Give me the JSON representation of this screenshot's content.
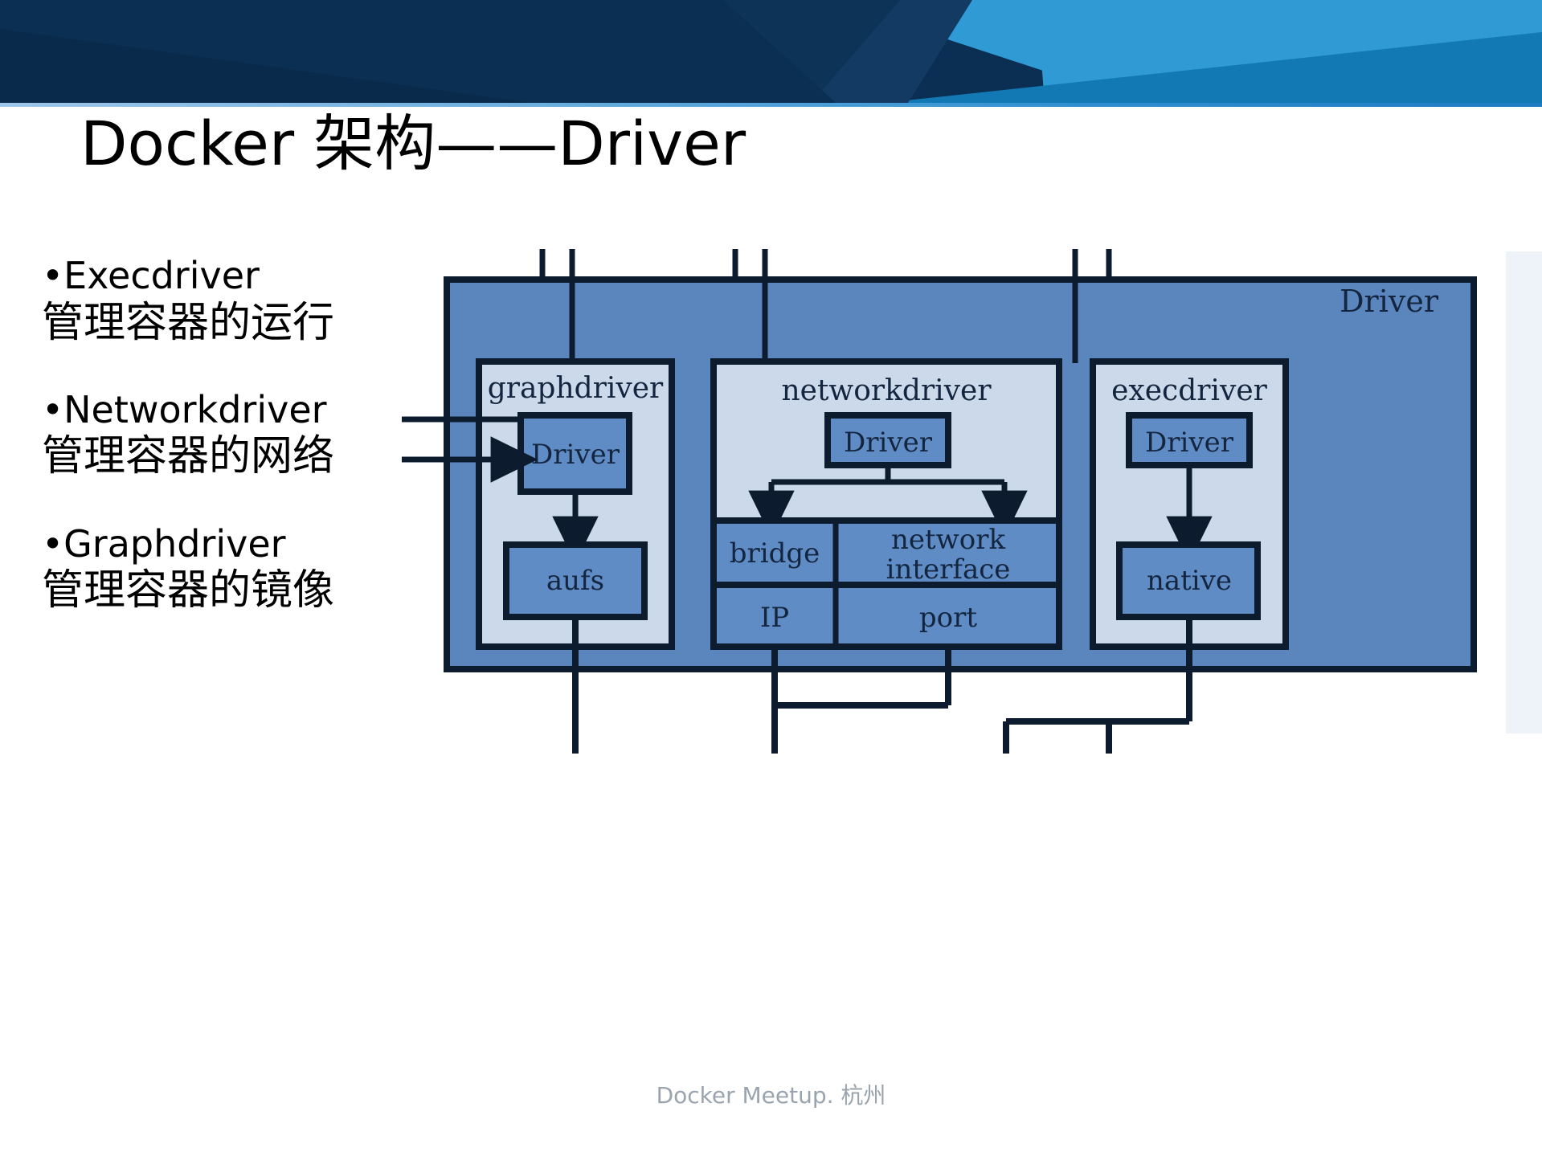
{
  "slide": {
    "title": "Docker 架构——Driver",
    "footer_text": "Docker Meetup. ",
    "footer_text_cn": "杭州"
  },
  "bullets": [
    {
      "marker": "•",
      "label": "Execdriver",
      "description": "管理容器的运行"
    },
    {
      "marker": "•",
      "label": "Networkdriver",
      "description": "管理容器的网络"
    },
    {
      "marker": "•",
      "label": "Graphdriver",
      "description": "管理容器的镜像"
    }
  ],
  "diagram": {
    "outer_label": "Driver",
    "columns": [
      {
        "name": "graphdriver",
        "title": "graphdriver",
        "driver_box": "Driver",
        "leaf_boxes": [
          "aufs"
        ]
      },
      {
        "name": "networkdriver",
        "title": "networkdriver",
        "driver_box": "Driver",
        "grid_cells": [
          "bridge",
          "network interface",
          "IP",
          "port"
        ]
      },
      {
        "name": "execdriver",
        "title": "execdriver",
        "driver_box": "Driver",
        "leaf_boxes": [
          "native"
        ]
      }
    ]
  },
  "colors": {
    "banner_dark": "#0a2f52",
    "banner_mid": "#123a63",
    "banner_light_blue": "#2f9ad4",
    "banner_blue": "#1279b5",
    "diagram_outer_fill": "#5b85bd",
    "diagram_panel_fill": "#ccd9ea",
    "diagram_box_fill": "#5f8cc4",
    "diagram_stroke": "#0d1b2e",
    "diagram_text": "#14253f",
    "title_text": "#000000",
    "footer_text": "#9aa4ae"
  }
}
